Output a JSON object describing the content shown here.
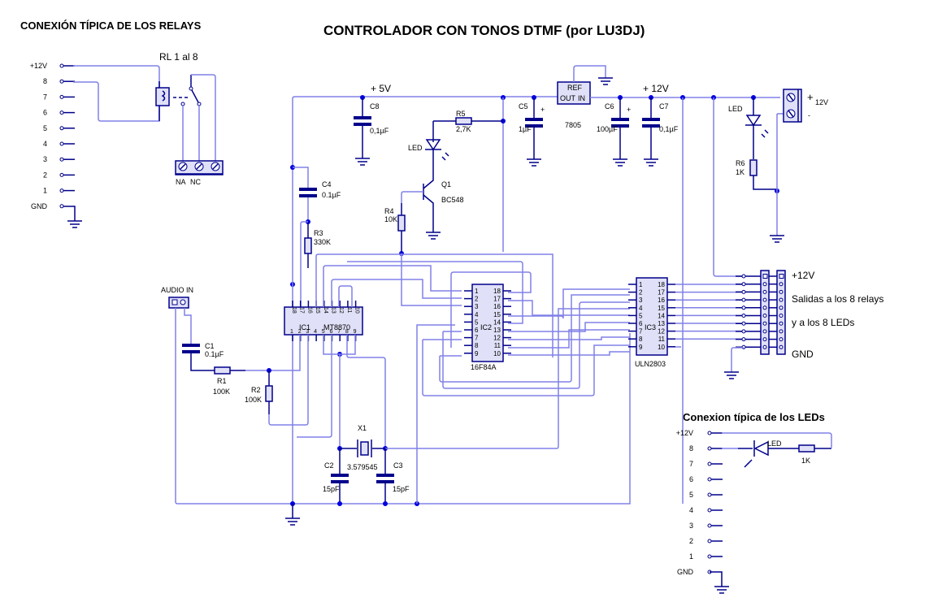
{
  "title": "CONTROLADOR CON TONOS DTMF  (por LU3DJ)",
  "relay_section": {
    "heading": "CONEXIÓN TÍPICA DE LOS RELAYS",
    "relay_label": "RL 1 al 8",
    "terminals": [
      "+12V",
      "8",
      "7",
      "6",
      "5",
      "4",
      "3",
      "2",
      "1",
      "GND"
    ],
    "contact_labels": [
      "NA",
      "NC"
    ]
  },
  "led_section": {
    "heading": "Conexion típica de los LEDs",
    "terminals": [
      "+12V",
      "8",
      "7",
      "6",
      "5",
      "4",
      "3",
      "2",
      "1",
      "GND"
    ],
    "led_label": "LED",
    "resistor_label": "1K"
  },
  "power": {
    "v5_label": "+ 5V",
    "v12_label": "+ 12V",
    "regulator": {
      "ref": "REF",
      "out": "OUT",
      "in": "IN",
      "part": "7805"
    },
    "input_plus": "+",
    "input_voltage": "12V",
    "input_minus": "-",
    "power_led": "LED",
    "r6": {
      "name": "R6",
      "value": "1K"
    }
  },
  "components": {
    "c8": {
      "name": "C8",
      "value": "0,1µF"
    },
    "c5": {
      "name": "C5",
      "value": "1µF",
      "polarity": "+"
    },
    "c6": {
      "name": "C6",
      "value": "100µF",
      "polarity": "+"
    },
    "c7": {
      "name": "C7",
      "value": "0,1µF"
    },
    "r5": {
      "name": "R5",
      "value": "2,7K"
    },
    "led": "LED",
    "q1": {
      "name": "Q1",
      "value": "BC548"
    },
    "r4": {
      "name": "R4",
      "value": "10K"
    },
    "c4": {
      "name": "C4",
      "value": "0.1µF"
    },
    "r3": {
      "name": "R3",
      "value": "330K"
    },
    "audio_in": "AUDIO IN",
    "c1": {
      "name": "C1",
      "value": "0.1µF"
    },
    "r1": {
      "name": "R1",
      "value": "100K"
    },
    "r2": {
      "name": "R2",
      "value": "100K"
    },
    "x1": {
      "name": "X1",
      "value": "3.579545"
    },
    "c2": {
      "name": "C2",
      "value": "15pF"
    },
    "c3": {
      "name": "C3",
      "value": "15pF"
    }
  },
  "ics": {
    "ic1": {
      "name": "IC1",
      "part": "MT8870",
      "top_pins": [
        "18",
        "17",
        "16",
        "15",
        "14",
        "13",
        "12",
        "11",
        "10"
      ],
      "bottom_pins": [
        "1",
        "2",
        "3",
        "4",
        "5",
        "6",
        "7",
        "8",
        "9"
      ]
    },
    "ic2": {
      "name": "IC2",
      "part": "16F84A",
      "left_pins": [
        "1",
        "2",
        "3",
        "4",
        "5",
        "6",
        "7",
        "8",
        "9"
      ],
      "right_pins": [
        "18",
        "17",
        "16",
        "15",
        "14",
        "13",
        "12",
        "11",
        "10"
      ]
    },
    "ic3": {
      "name": "IC3",
      "part": "ULN2803",
      "left_pins": [
        "1",
        "2",
        "3",
        "4",
        "5",
        "6",
        "7",
        "8",
        "9"
      ],
      "right_pins": [
        "18",
        "17",
        "16",
        "15",
        "14",
        "13",
        "12",
        "11",
        "10"
      ]
    }
  },
  "output_connector": {
    "labels": [
      "+12V",
      "Salidas a los 8 relays",
      "y a los 8 LEDs",
      "GND"
    ]
  }
}
